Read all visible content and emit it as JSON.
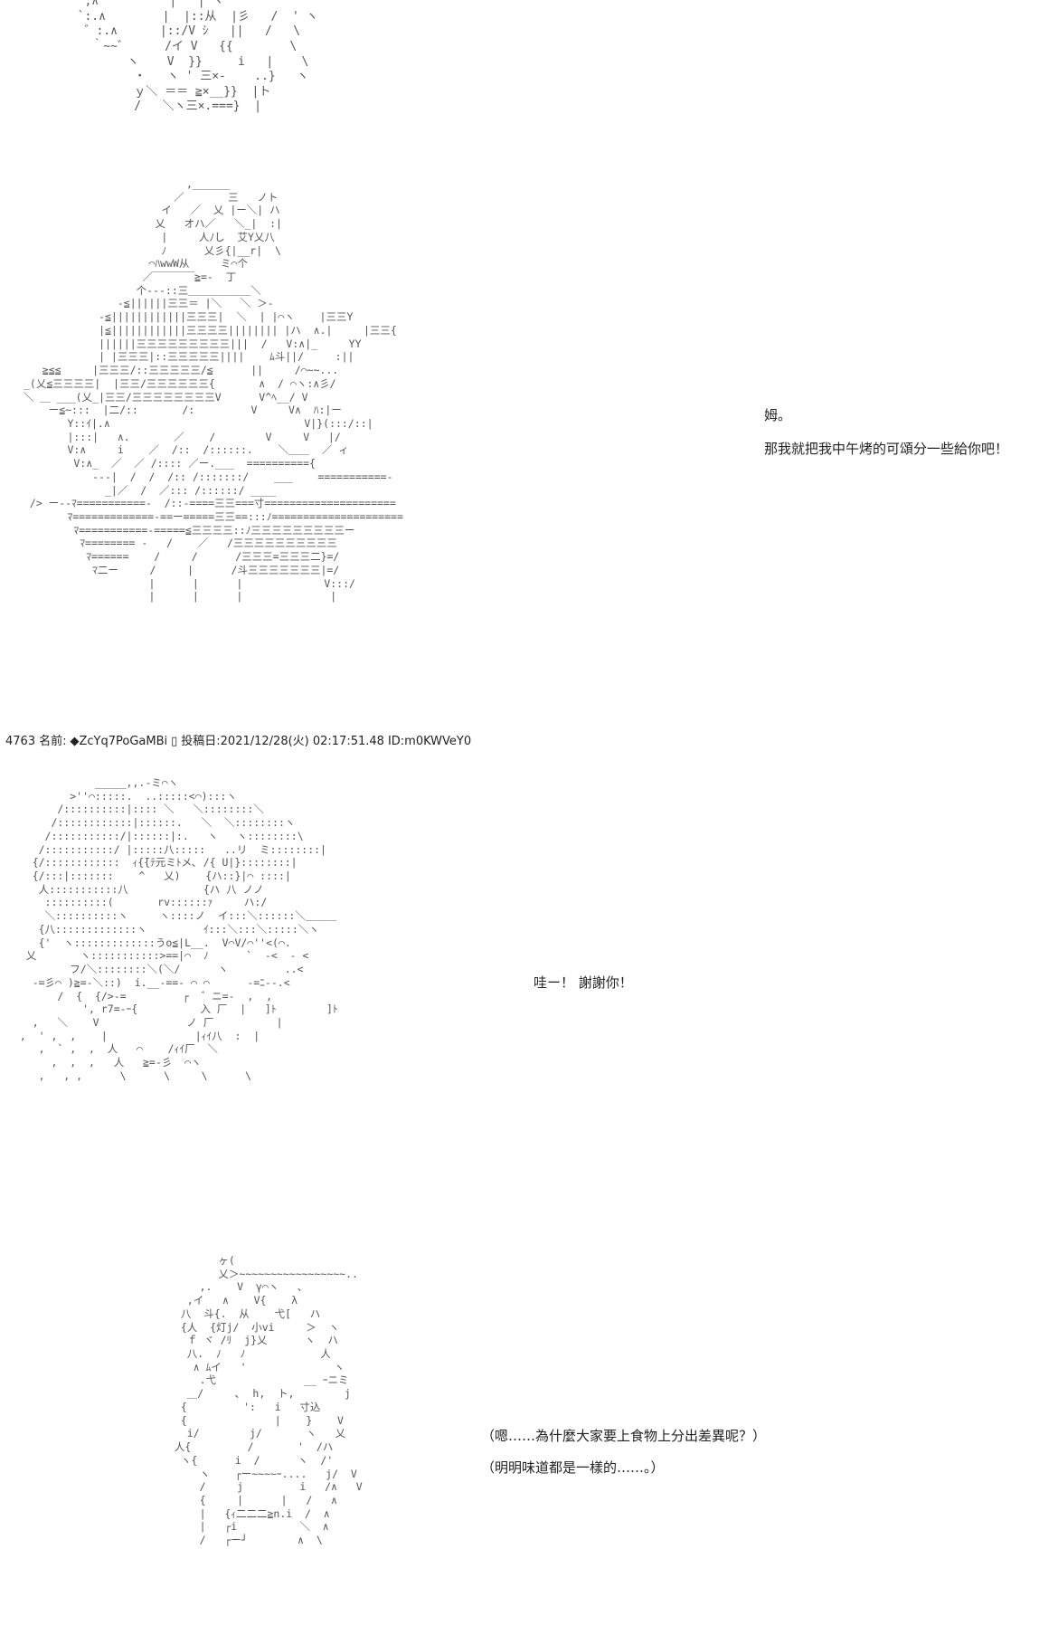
{
  "scene1": {
    "art": "   ,∧          |   | ヽ\n  `:.∧        |  |::从  |彡   /  ' ヽ\n   ゛:.∧      |::/V ｼ   ||   /   \\\n    ｀~~゛     /イ V   {{        \\\n         ヽ    V  }}     i   |    \\\n          ・   ヽ ' 三×-    ..}   ヽ\n          ｙ＼ ＝＝ ≧×__}}  |ト\n          /   ＼ヽ三×.===}  |"
  },
  "scene2": {
    "art": "                          ,______\n                        ／       三   ノト\n                      イ   ／  乂 |ー＼| ハ\n                     乂   オハ／   ＼_|  :|\n                      |     人ﾉし  艾Y乂八\n                      ﾉ      乂彡{|__r|  \\\n                    ⌒ﾊwwW从     ミ⌒个\n                   ／￣￣￣￣≧=-  丁\n                  个---::三＿＿＿＿＿＿＼\n               -≦||||||三三＝ |＼   ＼ ＞-\n            -≦||||||||||||三三三|  ＼  | |⌒ヽ    |三三Y\n            |≦||||||||||||三三三三|||||||| |ハ  ∧.|     |三三{\n            ||||||三三三三三三三三三|||  /   V:∧|_     YY\n            | |三三三|::三三三三三||||    ﾑ斗||/     :||\n   ≧≦≦     |三三三/::三三三三三/≦      ||     /⌒~~...\n_(乂≦三三三三|  |三三/三三三三三三{       ∧  / ⌒ヽ:∧彡/\n＼ ＿ ___(乂_|三三/三三三三三三三三V      V^ﾍ__/ V\n    ー≦~:::  |二/::       /:         V     V∧  ﾊ:|ー\n       Y::ｲ|.∧                               V|}(:::/::|\n       |:::|   ∧.       ／    /        V     V   |/\n       V:∧     i    ／  /::  /::::::.    ＼＿＿  ／ ィ\n        V:∧_  ／  ／ /:::: ／ー.___  =========={\n           ---|  /  /  /:: /:::::::/    ___    ===========-\n             _|／  /  ／::: /::::::/ ____\n /> ー--ﾏ===========-  /::-====三三===寸=====================\n       ﾏ=============-==ー=====三三==:::ﾉ=====================\n        ﾏ===========-=====≦三三三三::ﾉ三三三三三三三三三ー\n         ﾏ======== -   /    ／   /三三三三三三三三三三\n          ﾏ======    /     /      /三三三=三三三二}=/\n           ﾏ二ー     /     |      /斗三三三三三三三|=/\n                    |      |      |             V:::/\n                    |      |      |              |",
    "line1": "姆。",
    "line2": "那我就把我中午烤的可頌分一些給你吧！"
  },
  "post": {
    "number": "4763",
    "name_label": "名前:",
    "trip": "◆ZcYq7PoGaMBi",
    "box": "▯",
    "date_label": "投稿日:2021/12/28(火) 02:17:51.48",
    "id": "ID:m0KWVeY0"
  },
  "scene3": {
    "art": "              _____,,.-ミ⌒ヽ\n          >''⌒:::::.  ..:::::<⌒):::ヽ\n        /::::::::::|:::: ＼   ＼::::::::＼\n       /::::::::::::|::::::.   ＼  ＼::::::::ヽ\n      /:::::::::::/|::::::|:.   ヽ   ヽ::::::::\\\n     /:::::::::::/ |:::::八:::::   ..リ  ミ::::::::|\n    {/::::::::::::  ｨ{̄{ﾃ元ミﾄメ､ /{ U|}::::::::|\n    {/:::|:::::::    ^   乂)    {ハ::}|⌒ ::::|\n     人:::::::::::八            {ハ 八 ノノ\n      ::::::::::(       rv::::::ｧ     ハ:/\n      ＼::::::::::ヽ     ヽ::::ノ  イ:::＼::::::＼＿＿＿\n     {八:::::::::::::ヽ         ｲ:::＼:::＼:::::＼ヽ\n     {'  ヽ:::::::::::::うo≦|L__.  V⌒V/⌒''<(⌒.\n   乂       ヽ:::::::::::>==|⌒  ﾉ      `  -<  - <\n          フ/＼::::::::＼(＼/      ヽ         ..<\n    -=彡⌒ )≧=-＼::)  i.__-==- ⌒ ⌒      -=ﾆ--.<\n        /  {  {/>-=         ┌  ゛ニ=-  ,  ,\n            ', r7=-ｰ{          入 厂  |   ]ﾄ        ]ﾄ\n    ,   ＼    V              ノ 厂          |\n  ,  ' ,  ,    |              |ｨｲ八  :  |\n     ,  ` ,  ,  人   ⌒    /ｨｲ厂  ＼\n       ,  ,  ,   人   ≧=-彡  ⌒ヽ\n     ,   , ,      \\      \\     \\      \\",
    "line1": "哇ー！ 謝謝你！"
  },
  "scene4": {
    "art": "                     ヶ(\n                     乂＞~~~~~~~~~~~~~~~~~..\n                  ,.    V  γ⌒ヽ   ､\n                ,イ   ∧    V{    λ\n               八  斗{.  从    弋[   ハ\n               {人  {灯j/  小vi     ＞  ヽ\n                ｆ ヾ /ﾘ  j}乂      ヽ  ハ\n                八.  ﾉ   ﾉ            人\n                 ∧ ﾑイ   '              ヽ\n                  .弋              __ ｰニミ\n                ＿/     ､  h,  ト,        j\n               {         ':   i   寸込\n               {              |    }    V\n                i/        j/       ヽ   乂\n              人{         /       '  /ハ\n               ヽ{      i  /      ヽ  /'\n                  ヽ    ┌ー~~~~ｰ....   j/  V\n                  /     j         i   /∧   V\n                  {     |      |   /   ∧\n                  |   {ｨ二二二≧n.i  /  ∧\n                  |   ┌i          ＼  ∧\n                  /   ┌ー┘        ∧  \\",
    "line1": "（嗯……為什麼大家要上食物上分出差異呢？）",
    "line2": "（明明味道都是一樣的……。）"
  }
}
